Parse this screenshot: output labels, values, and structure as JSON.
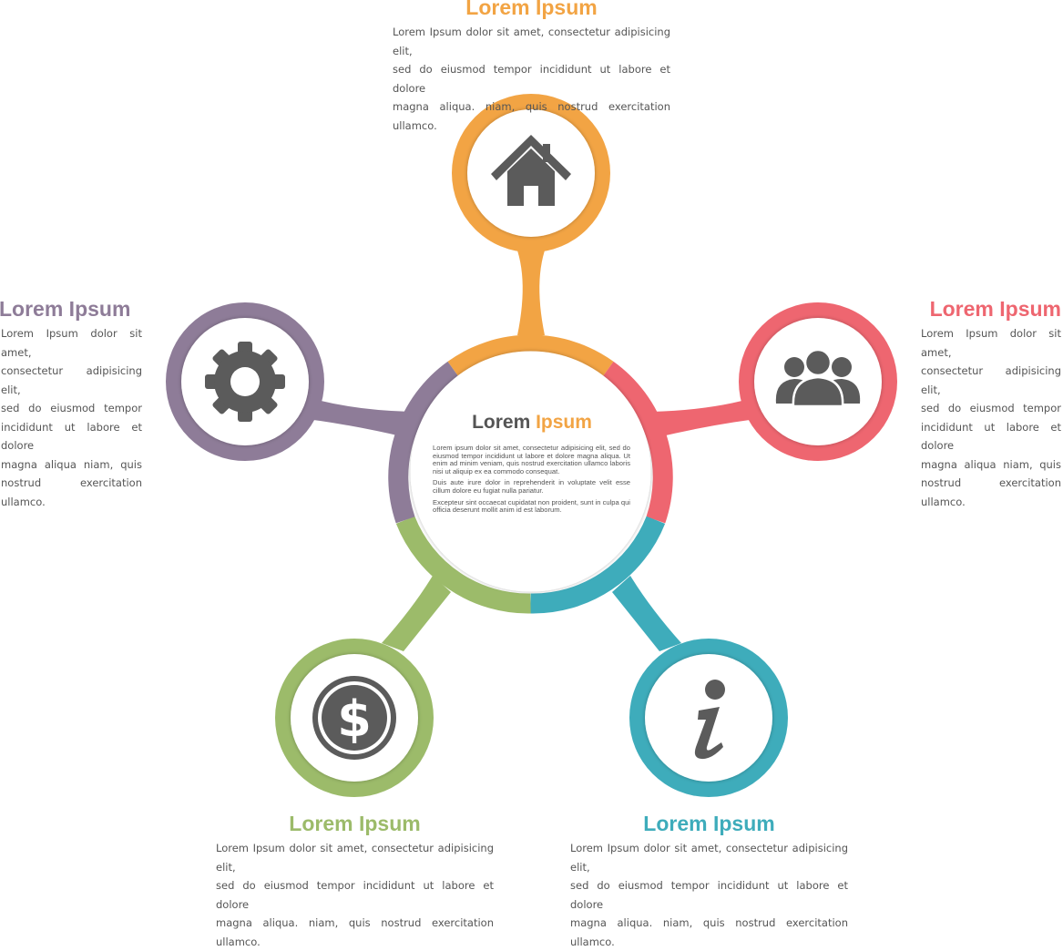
{
  "colors": {
    "orange": "#f2a444",
    "red": "#ee6670",
    "purple": "#8e7c98",
    "green": "#9cbb6a",
    "teal": "#3eacbb",
    "icon_gray": "#5b5b5b",
    "text_gray": "#555555"
  },
  "center": {
    "title_part1": "Lorem",
    "title_part2": "Ipsum",
    "paragraph1": "Lorem ipsum dolor sit amet, consectetur adipisicing elit, sed do eiusmod tempor incididunt ut labore et dolore magna aliqua. Ut enim ad minim veniam, quis nostrud exercitation ullamco laboris nisi ut aliquip ex ea commodo consequat.",
    "paragraph2": "Duis aute irure dolor in reprehenderit in voluptate velit esse cillum dolore eu fugiat nulla pariatur.",
    "paragraph3": "Excepteur sint occaecat cupidatat non proident, sunt in culpa qui officia deserunt mollit anim id est laborum."
  },
  "nodes": {
    "top": {
      "icon": "house-icon",
      "title": "Lorem Ipsum",
      "lines": [
        "Lorem Ipsum dolor sit amet, consectetur adipisicing elit,",
        "sed do eiusmod tempor incididunt ut labore et dolore",
        "magna aliqua. niam, quis nostrud exercitation ullamco."
      ]
    },
    "right": {
      "icon": "people-icon",
      "title": "Lorem Ipsum",
      "lines": [
        "Lorem Ipsum dolor sit amet,",
        "consectetur adipisicing elit,",
        "sed do eiusmod tempor",
        "incididunt ut labore et dolore",
        "magna aliqua niam, quis",
        "nostrud exercitation ullamco."
      ]
    },
    "left": {
      "icon": "gear-icon",
      "title": "Lorem Ipsum",
      "lines": [
        "Lorem Ipsum dolor sit amet,",
        "consectetur adipisicing elit,",
        "sed do eiusmod tempor",
        "incididunt ut labore et dolore",
        "magna aliqua niam, quis",
        "nostrud exercitation ullamco."
      ]
    },
    "bottom_left": {
      "icon": "dollar-coin-icon",
      "title": "Lorem Ipsum",
      "lines": [
        "Lorem Ipsum dolor sit amet, consectetur adipisicing elit,",
        "sed do eiusmod tempor incididunt ut labore et dolore",
        "magna aliqua. niam, quis nostrud exercitation ullamco."
      ]
    },
    "bottom_right": {
      "icon": "info-icon",
      "title": "Lorem Ipsum",
      "lines": [
        "Lorem Ipsum dolor sit amet, consectetur adipisicing elit,",
        "sed do eiusmod tempor incididunt ut labore et dolore",
        "magna aliqua. niam, quis nostrud exercitation ullamco."
      ]
    }
  }
}
